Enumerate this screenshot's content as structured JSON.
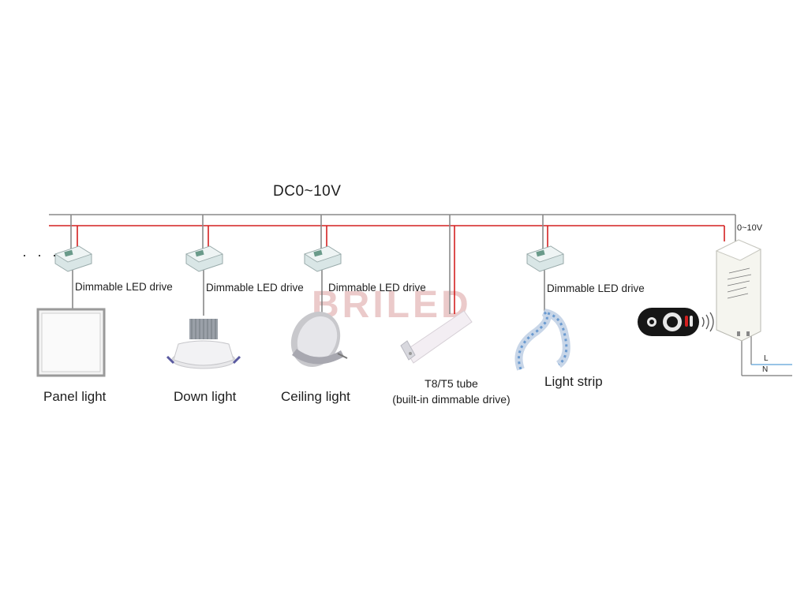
{
  "diagram": {
    "bus_label": "DC0~10V",
    "controller_signal_label": "0~10V",
    "continuation": "· · ·",
    "drive_label": "Dimmable LED drive",
    "devices": [
      {
        "name": "Panel light"
      },
      {
        "name": "Down light"
      },
      {
        "name": "Ceiling light"
      },
      {
        "name": "T8/T5 tube",
        "note": "(built-in dimmable drive)"
      },
      {
        "name": "Light strip"
      }
    ],
    "mains": {
      "live": "L",
      "neutral": "N"
    },
    "watermark": "BRILED"
  },
  "colors": {
    "signal_line": "#8a8a8a",
    "power_line": "#d42020",
    "watermark": "#e8c4c4"
  }
}
